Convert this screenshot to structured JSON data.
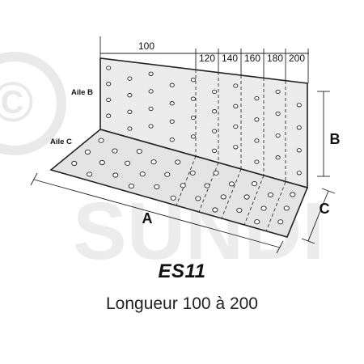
{
  "watermark": {
    "symbol": "©",
    "text": "SUNDI"
  },
  "dimensions": {
    "top": [
      "100",
      "120",
      "140",
      "160",
      "180",
      "200"
    ],
    "a": "A",
    "b": "B",
    "c": "C"
  },
  "flanges": {
    "b": "Aile B",
    "c": "Aile C"
  },
  "product": {
    "code": "ES11",
    "length_range": "Longueur 100 à 200"
  },
  "colors": {
    "plate": "#ececec",
    "hole": "#ffffff",
    "line": "#222222"
  }
}
